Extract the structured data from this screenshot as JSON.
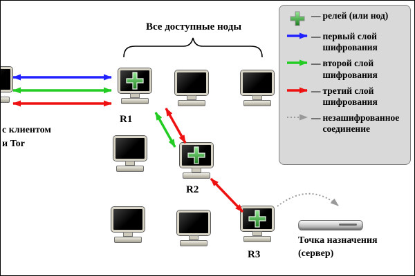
{
  "title": "Все доступные ноды",
  "client": {
    "line1": "с клиентом",
    "line2": "и Tor"
  },
  "relays": {
    "r1": "R1",
    "r2": "R2",
    "r3": "R3"
  },
  "destination": {
    "line1": "Точка назначения",
    "line2": "(сервер)"
  },
  "legend": {
    "dash": "—",
    "items": [
      {
        "icon": "relay-cross-icon",
        "label": "релей (или нод)"
      },
      {
        "icon": "blue-arrow-icon",
        "label": "первый слой шифрования"
      },
      {
        "icon": "green-arrow-icon",
        "label": "второй слой шифрования"
      },
      {
        "icon": "red-arrow-icon",
        "label": "третий слой шифрования"
      },
      {
        "icon": "gray-dotted-arrow-icon",
        "label": "незашифрованное соединение"
      }
    ]
  },
  "colors": {
    "blue": "#2222ff",
    "green": "#22cc22",
    "red": "#ee1111",
    "gray": "#999999"
  }
}
